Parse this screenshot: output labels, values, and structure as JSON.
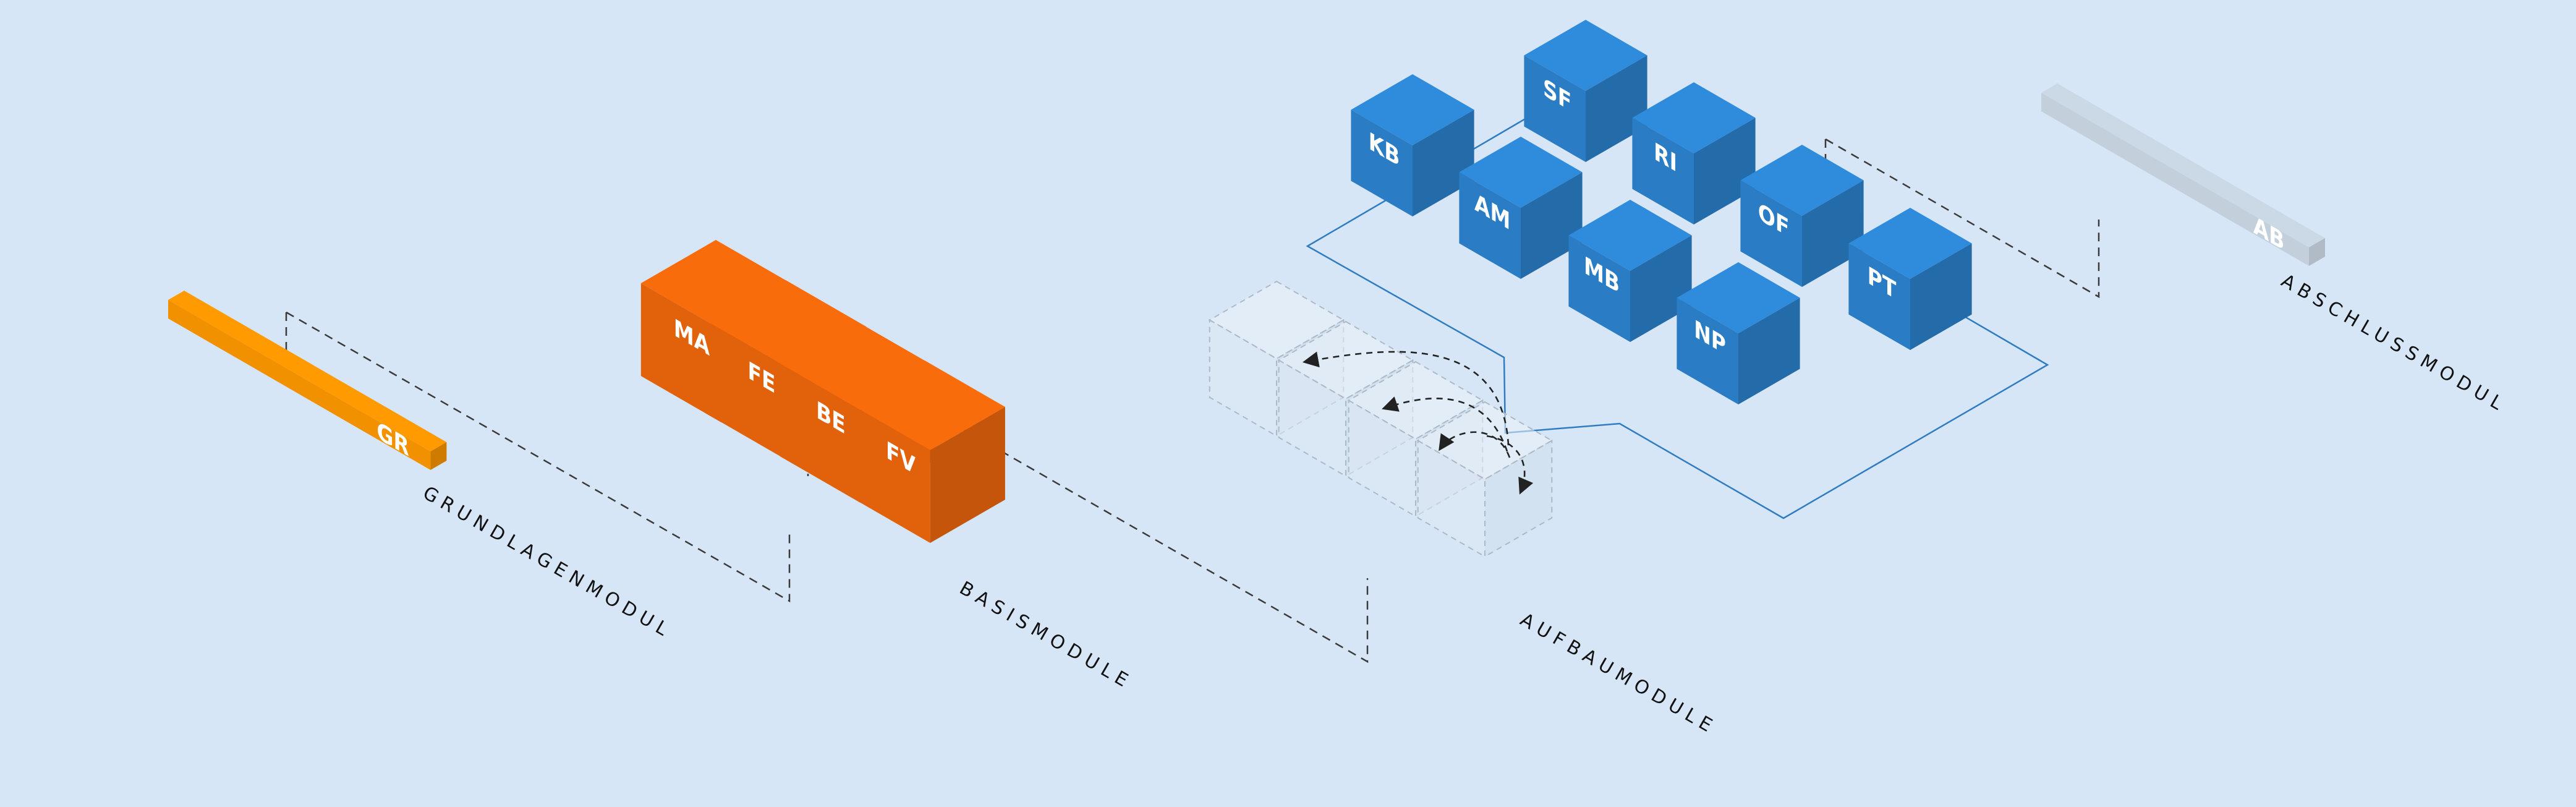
{
  "groups": {
    "grundlagen": {
      "label": "GRUNDLAGENMODUL",
      "color": "#f29100",
      "modules": [
        "GR"
      ]
    },
    "basis": {
      "label": "BASISMODULE",
      "color": "#e2620b",
      "modules": [
        "MA",
        "FE",
        "BE",
        "FV"
      ]
    },
    "aufbau": {
      "label": "AUFBAUMODULE",
      "color": "#2a7cc4",
      "modules": [
        "KB",
        "SF",
        "AM",
        "RI",
        "MB",
        "OF",
        "NP",
        "PT"
      ]
    },
    "abschluss": {
      "label": "ABSCHLUSSMODUL",
      "color": "#c3d0dc",
      "modules": [
        "AB"
      ]
    }
  }
}
